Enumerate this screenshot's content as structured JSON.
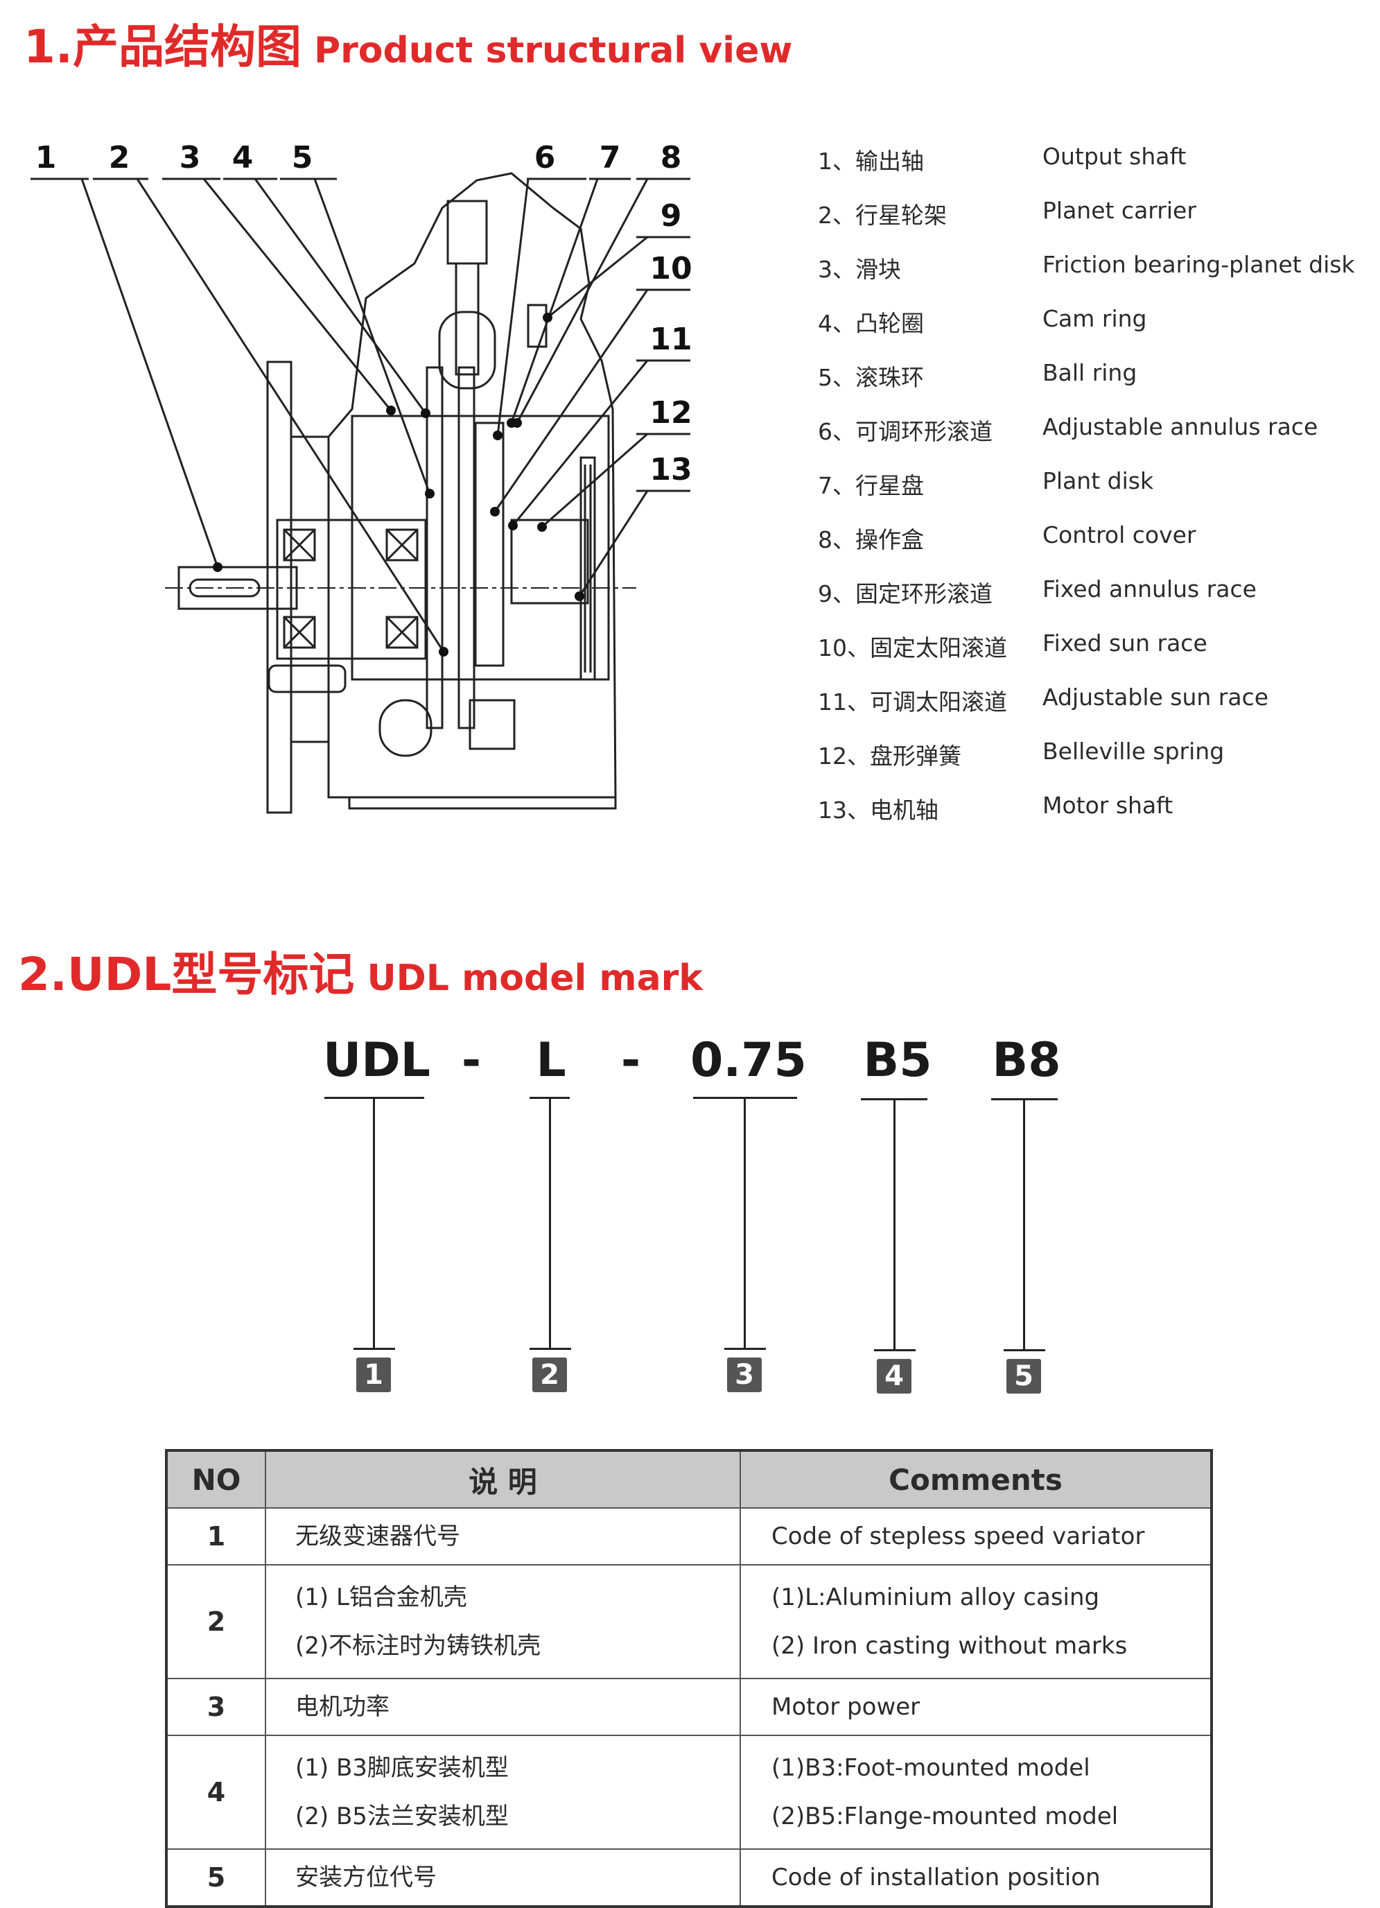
{
  "section1": {
    "title_cn": "1.产品结构图",
    "title_en": "Product structural view"
  },
  "diagram": {
    "numbers": [
      "1",
      "2",
      "3",
      "4",
      "5",
      "6",
      "7",
      "8",
      "9",
      "10",
      "11",
      "12",
      "13"
    ]
  },
  "parts": [
    {
      "cn": "1、输出轴",
      "en": "Output shaft"
    },
    {
      "cn": "2、行星轮架",
      "en": "Planet carrier"
    },
    {
      "cn": "3、滑块",
      "en": "Friction bearing-planet disk"
    },
    {
      "cn": "4、凸轮圈",
      "en": "Cam ring"
    },
    {
      "cn": "5、滚珠环",
      "en": "Ball ring"
    },
    {
      "cn": "6、可调环形滚道",
      "en": "Adjustable annulus race"
    },
    {
      "cn": "7、行星盘",
      "en": "Plant disk"
    },
    {
      "cn": "8、操作盒",
      "en": "Control cover"
    },
    {
      "cn": "9、固定环形滚道",
      "en": "Fixed annulus race"
    },
    {
      "cn": "10、固定太阳滚道",
      "en": "Fixed sun race"
    },
    {
      "cn": "11、可调太阳滚道",
      "en": "Adjustable sun race"
    },
    {
      "cn": "12、盘形弹簧",
      "en": "Belleville spring"
    },
    {
      "cn": "13、电机轴",
      "en": "Motor shaft"
    }
  ],
  "section2": {
    "title_cn": "2.UDL型号标记",
    "title_en": "UDL model mark"
  },
  "model_code": {
    "segments": [
      "UDL",
      "L",
      "0.75",
      "B5",
      "B8"
    ],
    "separator": "-",
    "badges": [
      "1",
      "2",
      "3",
      "4",
      "5"
    ]
  },
  "table": {
    "headers": {
      "no": "NO",
      "cn": "说 明",
      "en": "Comments"
    },
    "rows": [
      {
        "no": "1",
        "cn": [
          "无级变速器代号"
        ],
        "en": [
          "Code of stepless speed variator"
        ]
      },
      {
        "no": "2",
        "cn": [
          "(1) L铝合金机壳",
          "(2)不标注时为铸铁机壳"
        ],
        "en": [
          "(1)L:Aluminium alloy casing",
          "(2) Iron casting without marks"
        ]
      },
      {
        "no": "3",
        "cn": [
          "电机功率"
        ],
        "en": [
          "Motor power"
        ]
      },
      {
        "no": "4",
        "cn": [
          "(1) B3脚底安装机型",
          "(2) B5法兰安装机型"
        ],
        "en": [
          "(1)B3:Foot-mounted model",
          "(2)B5:Flange-mounted model"
        ]
      },
      {
        "no": "5",
        "cn": [
          "安装方位代号"
        ],
        "en": [
          "Code of installation position"
        ]
      }
    ]
  }
}
